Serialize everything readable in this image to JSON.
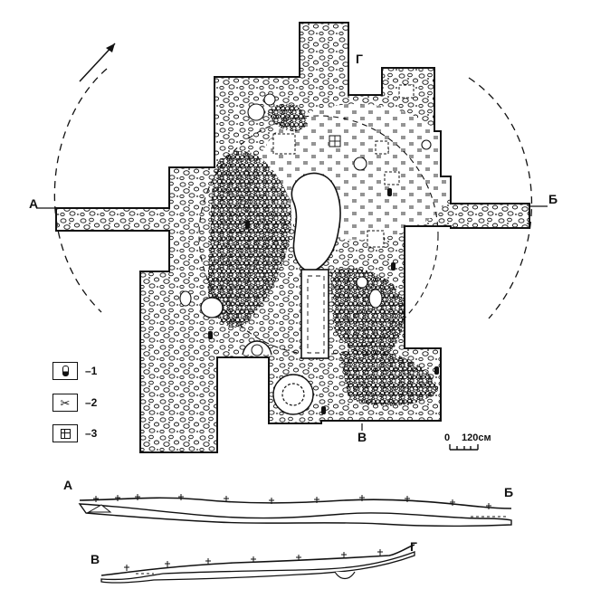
{
  "labels": {
    "a": "А",
    "b": "Б",
    "v": "В",
    "g": "Г"
  },
  "legend": [
    {
      "icon": "vessel-icon",
      "text": "–1"
    },
    {
      "icon": "scissors-icon",
      "text": "–2"
    },
    {
      "icon": "grid-square-icon",
      "text": "–3"
    }
  ],
  "scale": {
    "zero": "0",
    "value": "120см"
  },
  "profiles": [
    {
      "start": "А",
      "end": "Б"
    },
    {
      "start": "В",
      "end": "Г"
    }
  ],
  "colors": {
    "ink": "#111111",
    "paper": "#ffffff"
  }
}
